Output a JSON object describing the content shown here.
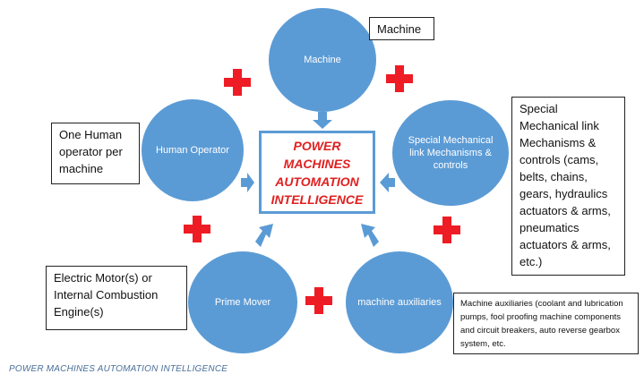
{
  "center": {
    "text": "POWER MACHINES AUTOMATION INTELLIGENCE"
  },
  "circles": {
    "machine": "Machine",
    "human_operator": "Human Operator",
    "special_mechanisms": "Special Mechanical link Mechanisms & controls",
    "prime_mover": "Prime Mover",
    "machine_auxiliaries": "machine auxiliaries"
  },
  "callouts": {
    "machine": "Machine",
    "human_operator": "One Human operator per machine",
    "special_mechanisms": "Special Mechanical link Mechanisms & controls (cams, belts, chains, gears, hydraulics actuators & arms, pneumatics actuators & arms, etc.)",
    "prime_mover": "Electric Motor(s) or Internal Combustion Engine(s)",
    "machine_auxiliaries": "Machine auxiliaries (coolant and lubrication pumps, fool proofing machine components and circuit breakers, auto reverse gearbox system, etc."
  },
  "caption": "POWER MACHINES AUTOMATION INTELLIGENCE",
  "colors": {
    "circle": "#5b9bd5",
    "plus": "#ee1c25",
    "center_text": "#e02020"
  }
}
